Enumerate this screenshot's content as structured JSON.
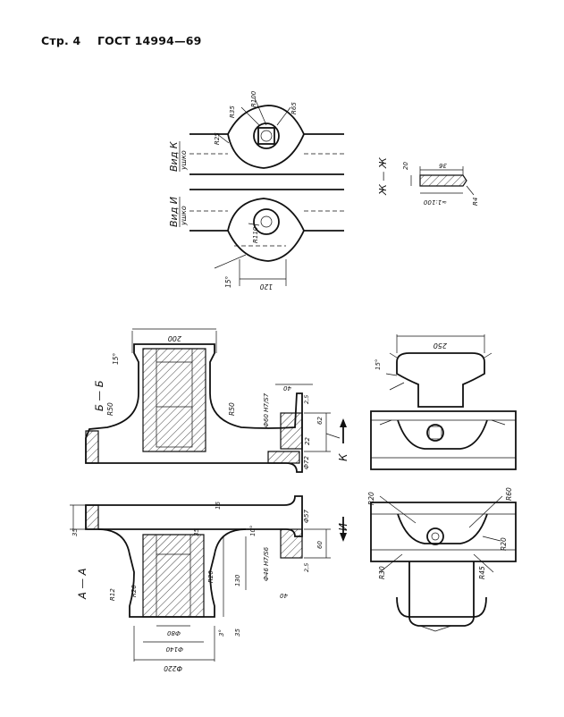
{
  "header": {
    "page": "Стр. 4",
    "standard": "ГОСТ 14994—69"
  },
  "views": {
    "view_k": "Вид К",
    "view_i": "Вид И",
    "ushko": "ушко",
    "section_zh": "Ж — Ж",
    "section_b": "Б — Б",
    "section_a": "А — А",
    "arrow_k": "К",
    "arrow_i": "И"
  },
  "dims": {
    "r35": "R35",
    "r100": "R100",
    "r65": "R65",
    "r25": "R25",
    "r110": "R110",
    "a15": "15°",
    "d120": "120",
    "d20": "20",
    "d36": "36",
    "slope": "≈1:100",
    "r4": "R4",
    "d200": "200",
    "r50a": "R50",
    "r50b": "R50",
    "d40a": "40",
    "f60h7s7": "Ф60 H7/S7",
    "f72": "Ф72",
    "d62": "62",
    "d24a": "2,5",
    "d22": "22",
    "d250": "250",
    "a15b": "15°",
    "d35a": "35",
    "d16": "16",
    "a10": "10°",
    "f57": "Ф57",
    "f46h7s6": "Ф46 H7/S6",
    "d60": "60",
    "d35b": "35",
    "r20a": "R20",
    "r12": "R12",
    "r20b": "R20",
    "d130": "130",
    "d40b": "40",
    "d24b": "2,5",
    "f140": "Ф140",
    "f80": "Ф80",
    "f220": "Ф220",
    "a3": "3°",
    "d35c": "35",
    "r20c": "R20",
    "r60": "R60",
    "r30": "R30",
    "r45": "R45",
    "r20d": "R20"
  }
}
